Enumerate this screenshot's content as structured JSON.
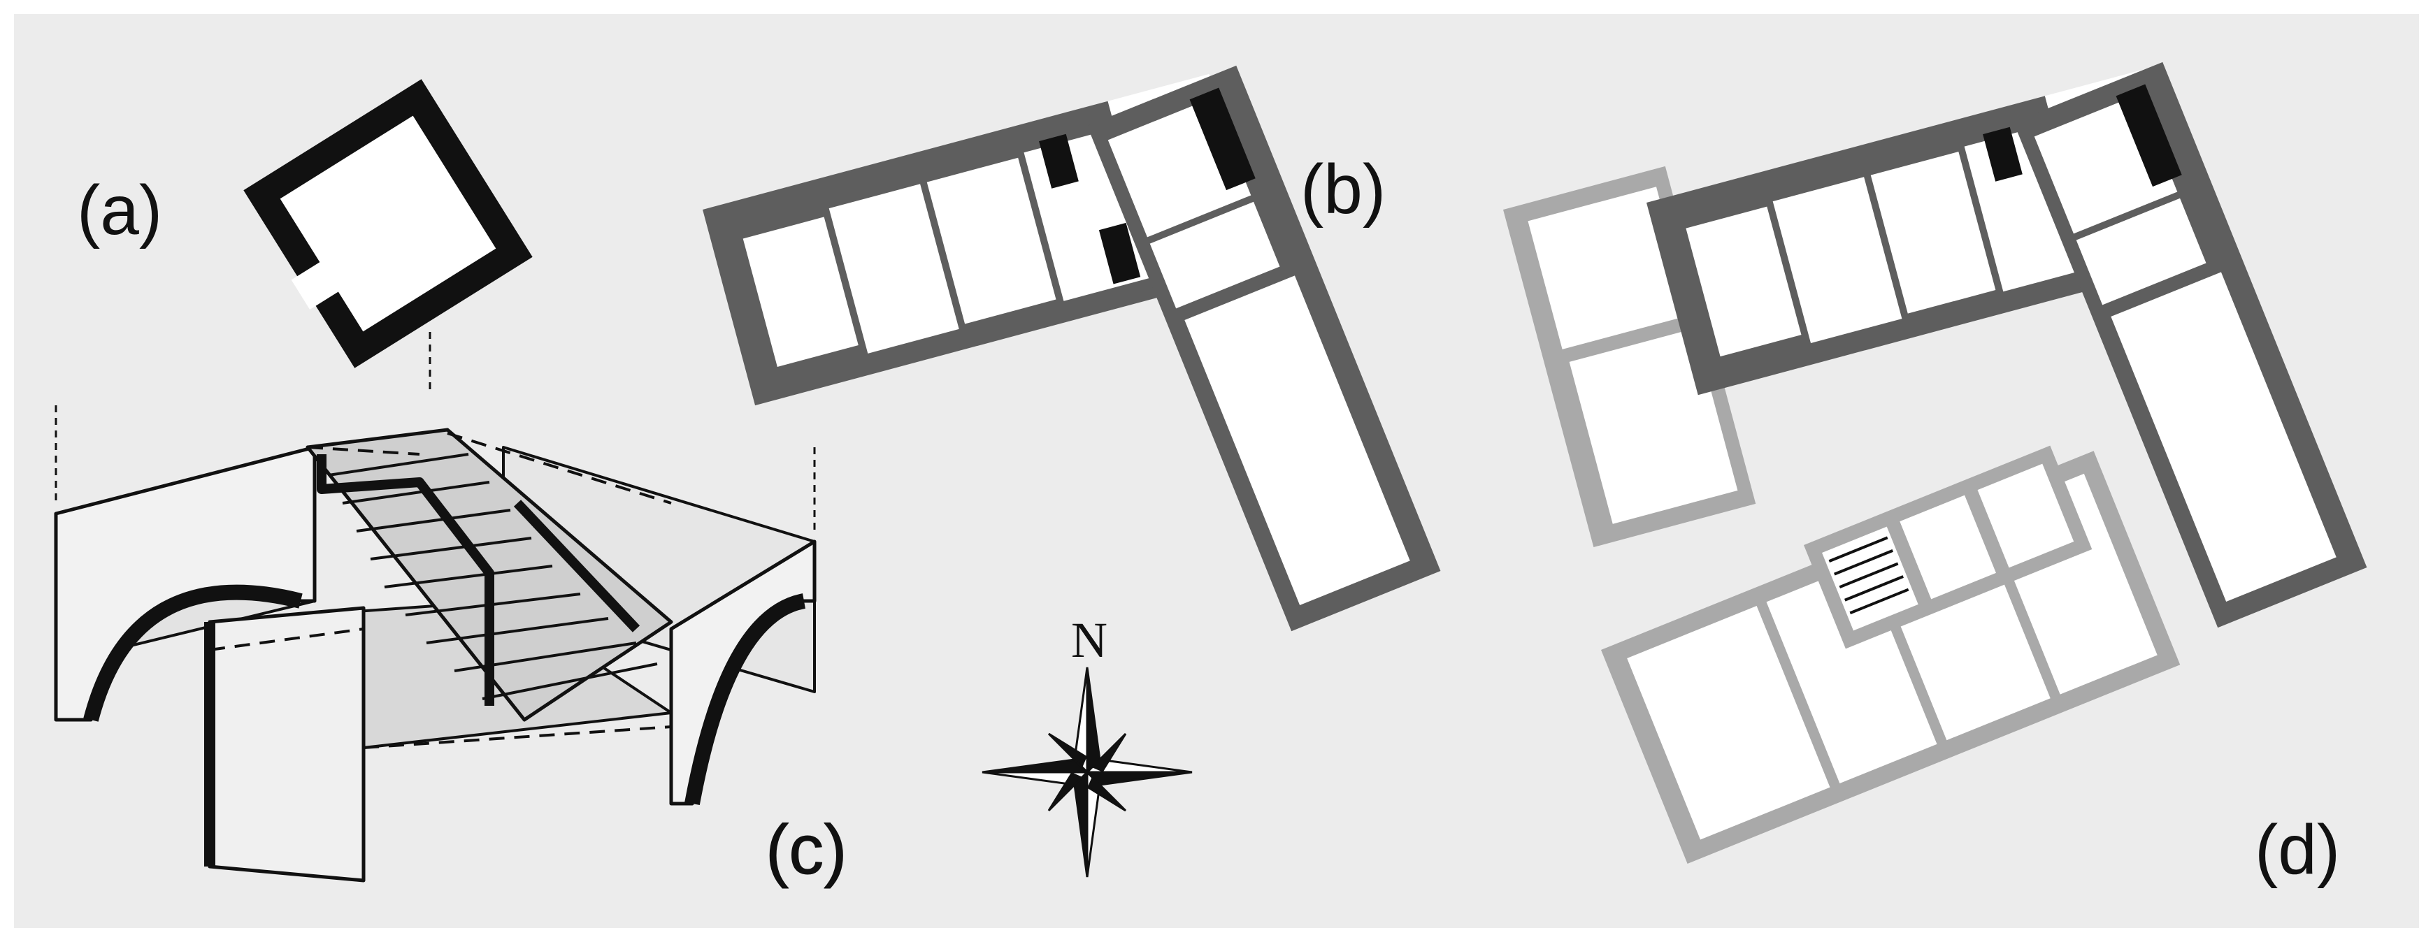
{
  "figure": {
    "panels": [
      {
        "id": "a",
        "label": "(a)",
        "content": "square room plan"
      },
      {
        "id": "b",
        "label": "(b)",
        "content": "L-shaped building plan"
      },
      {
        "id": "c",
        "label": "(c)",
        "content": "isometric cut-away of vaulted rooms with stair"
      },
      {
        "id": "d",
        "label": "(d)",
        "content": "L-shaped building plan with later additions"
      }
    ],
    "compass": {
      "north_label": "N"
    }
  },
  "colors": {
    "background": "#ececec",
    "wall_dark": "#5e5e5e",
    "wall_black": "#111111",
    "wall_light": "#a9a9a9",
    "room_fill": "#ffffff",
    "ink": "#111111"
  }
}
